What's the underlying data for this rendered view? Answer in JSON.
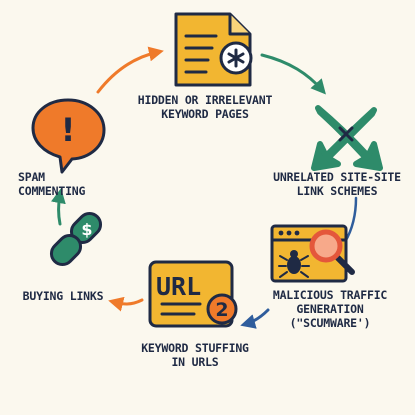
{
  "steps": [
    {
      "id": "hidden-pages",
      "line1": "HIDDEN OR IRRELEVANT",
      "line2": "KEYWORD PAGES",
      "icon": "document-asterisk-icon",
      "color": "#f2b631"
    },
    {
      "id": "link-schemes",
      "line1": "UNRELATED SITE-SITE",
      "line2": "LINK SCHEMES",
      "icon": "cross-arrows-icon",
      "color": "#2e8b6a"
    },
    {
      "id": "scumware",
      "line1": "MALICIOUS TRAFFIC",
      "line2": "GENERATION",
      "line3": "(\"SCUMWARE')",
      "icon": "browser-bug-magnifier-icon",
      "color": "#f2b631"
    },
    {
      "id": "url-stuffing",
      "line1": "KEYWORD STUFFING",
      "line2": "IN URLS",
      "icon": "url-badge-icon",
      "icon_text": "URL",
      "badge_text": "2",
      "color": "#f2b631"
    },
    {
      "id": "buying-links",
      "line1": "BUYING LINKS",
      "icon": "chain-link-dollar-icon",
      "icon_text": "$",
      "color": "#2e8b6a"
    },
    {
      "id": "spam-commenting",
      "line1": "SPAM",
      "line2": "COMMENTING",
      "icon": "exclamation-bubble-icon",
      "icon_text": "!",
      "color": "#ef7a2a"
    }
  ],
  "colors": {
    "navy": "#1f2a44",
    "yellow": "#f2b631",
    "orange": "#ef7a2a",
    "green": "#2e8b6a",
    "blue": "#2f5d9c",
    "red": "#e4573b"
  }
}
